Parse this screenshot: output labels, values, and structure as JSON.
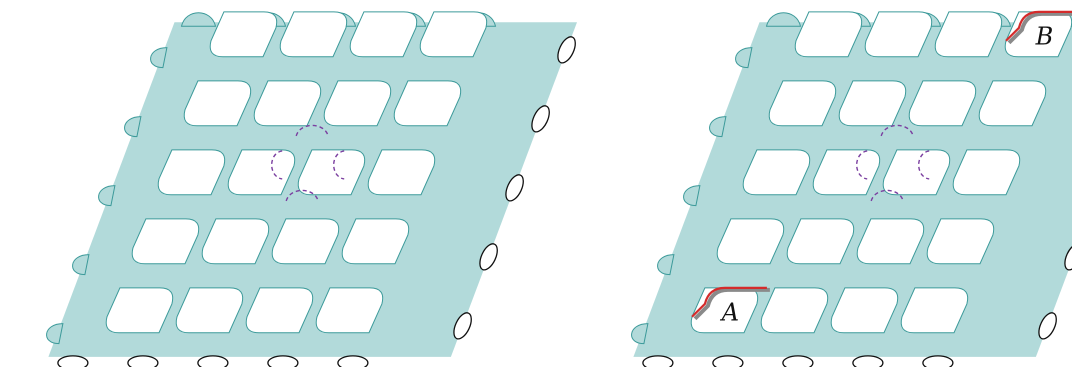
{
  "figure": {
    "panels": [
      {
        "id": "left",
        "highlights": []
      },
      {
        "id": "right",
        "highlights": [
          {
            "label": "A",
            "cell_row": 4,
            "cell_col": 0
          },
          {
            "label": "B",
            "cell_row": 0,
            "cell_col": 3
          }
        ]
      }
    ],
    "lattice": {
      "rows": 5,
      "cols": 4
    },
    "colors": {
      "surface": "#b2dada",
      "edge": "#3c9a9a",
      "highlight": "#d42b2b",
      "highlight_shadow": "#8a8a8a",
      "dashed_loop": "#7b3fa0",
      "tube_outline": "#111111"
    }
  }
}
